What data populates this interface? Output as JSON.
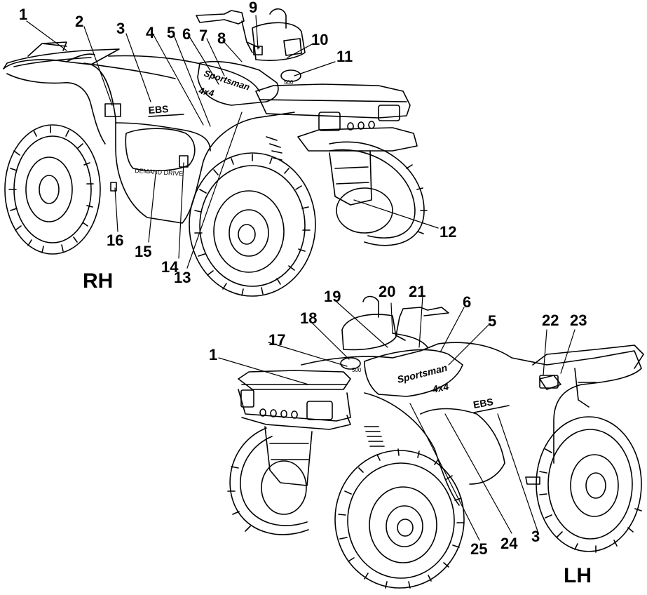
{
  "views": {
    "right": {
      "label": "RH"
    },
    "left": {
      "label": "LH"
    }
  },
  "decals": {
    "brand": "Sportsman",
    "model": "4x4",
    "ebs": "EBS",
    "demand_drive": "DEMAND DRIVE",
    "engine_size": "500"
  },
  "callouts_rh": [
    "1",
    "2",
    "3",
    "4",
    "5",
    "6",
    "7",
    "8",
    "9",
    "10",
    "11",
    "12",
    "13",
    "14",
    "15",
    "16"
  ],
  "callouts_lh": [
    "1",
    "17",
    "18",
    "19",
    "20",
    "21",
    "6",
    "5",
    "22",
    "23",
    "3",
    "24",
    "25"
  ]
}
